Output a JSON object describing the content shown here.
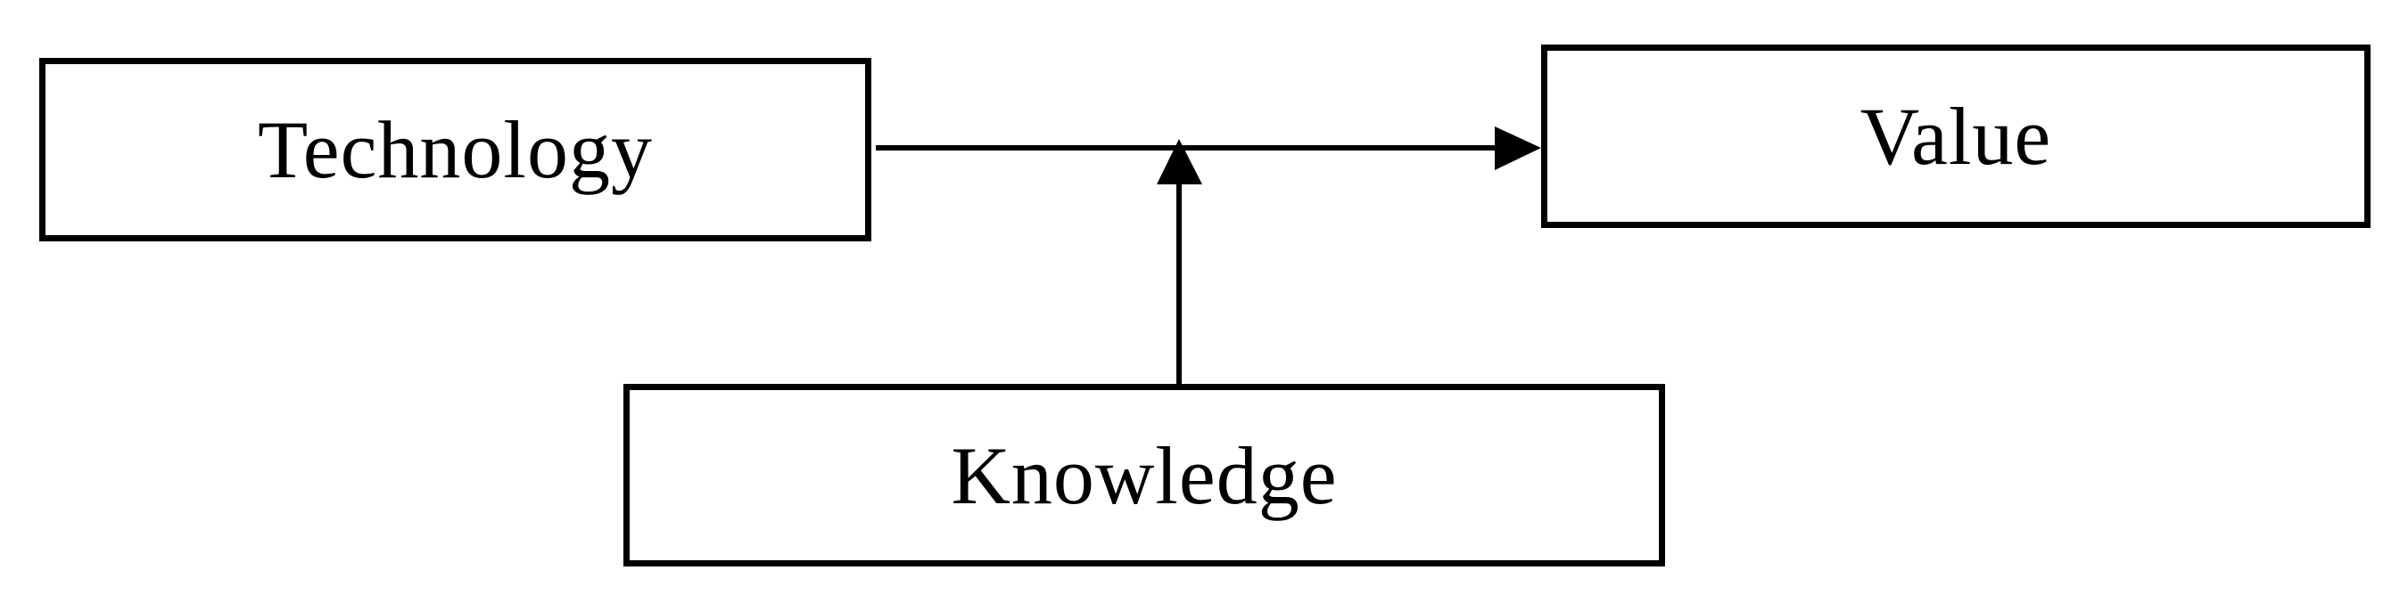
{
  "diagram": {
    "type": "path-model",
    "background_color": "#ffffff",
    "ink_color": "#000000",
    "nodes": {
      "technology": {
        "label": "Technology"
      },
      "value": {
        "label": "Value"
      },
      "knowledge": {
        "label": "Knowledge"
      }
    },
    "edges": [
      {
        "from": "Technology",
        "to": "Value",
        "style": "solid-arrow"
      },
      {
        "from": "Knowledge",
        "to": "Technology-Value arrow",
        "style": "solid-arrow",
        "role": "moderator"
      }
    ]
  }
}
